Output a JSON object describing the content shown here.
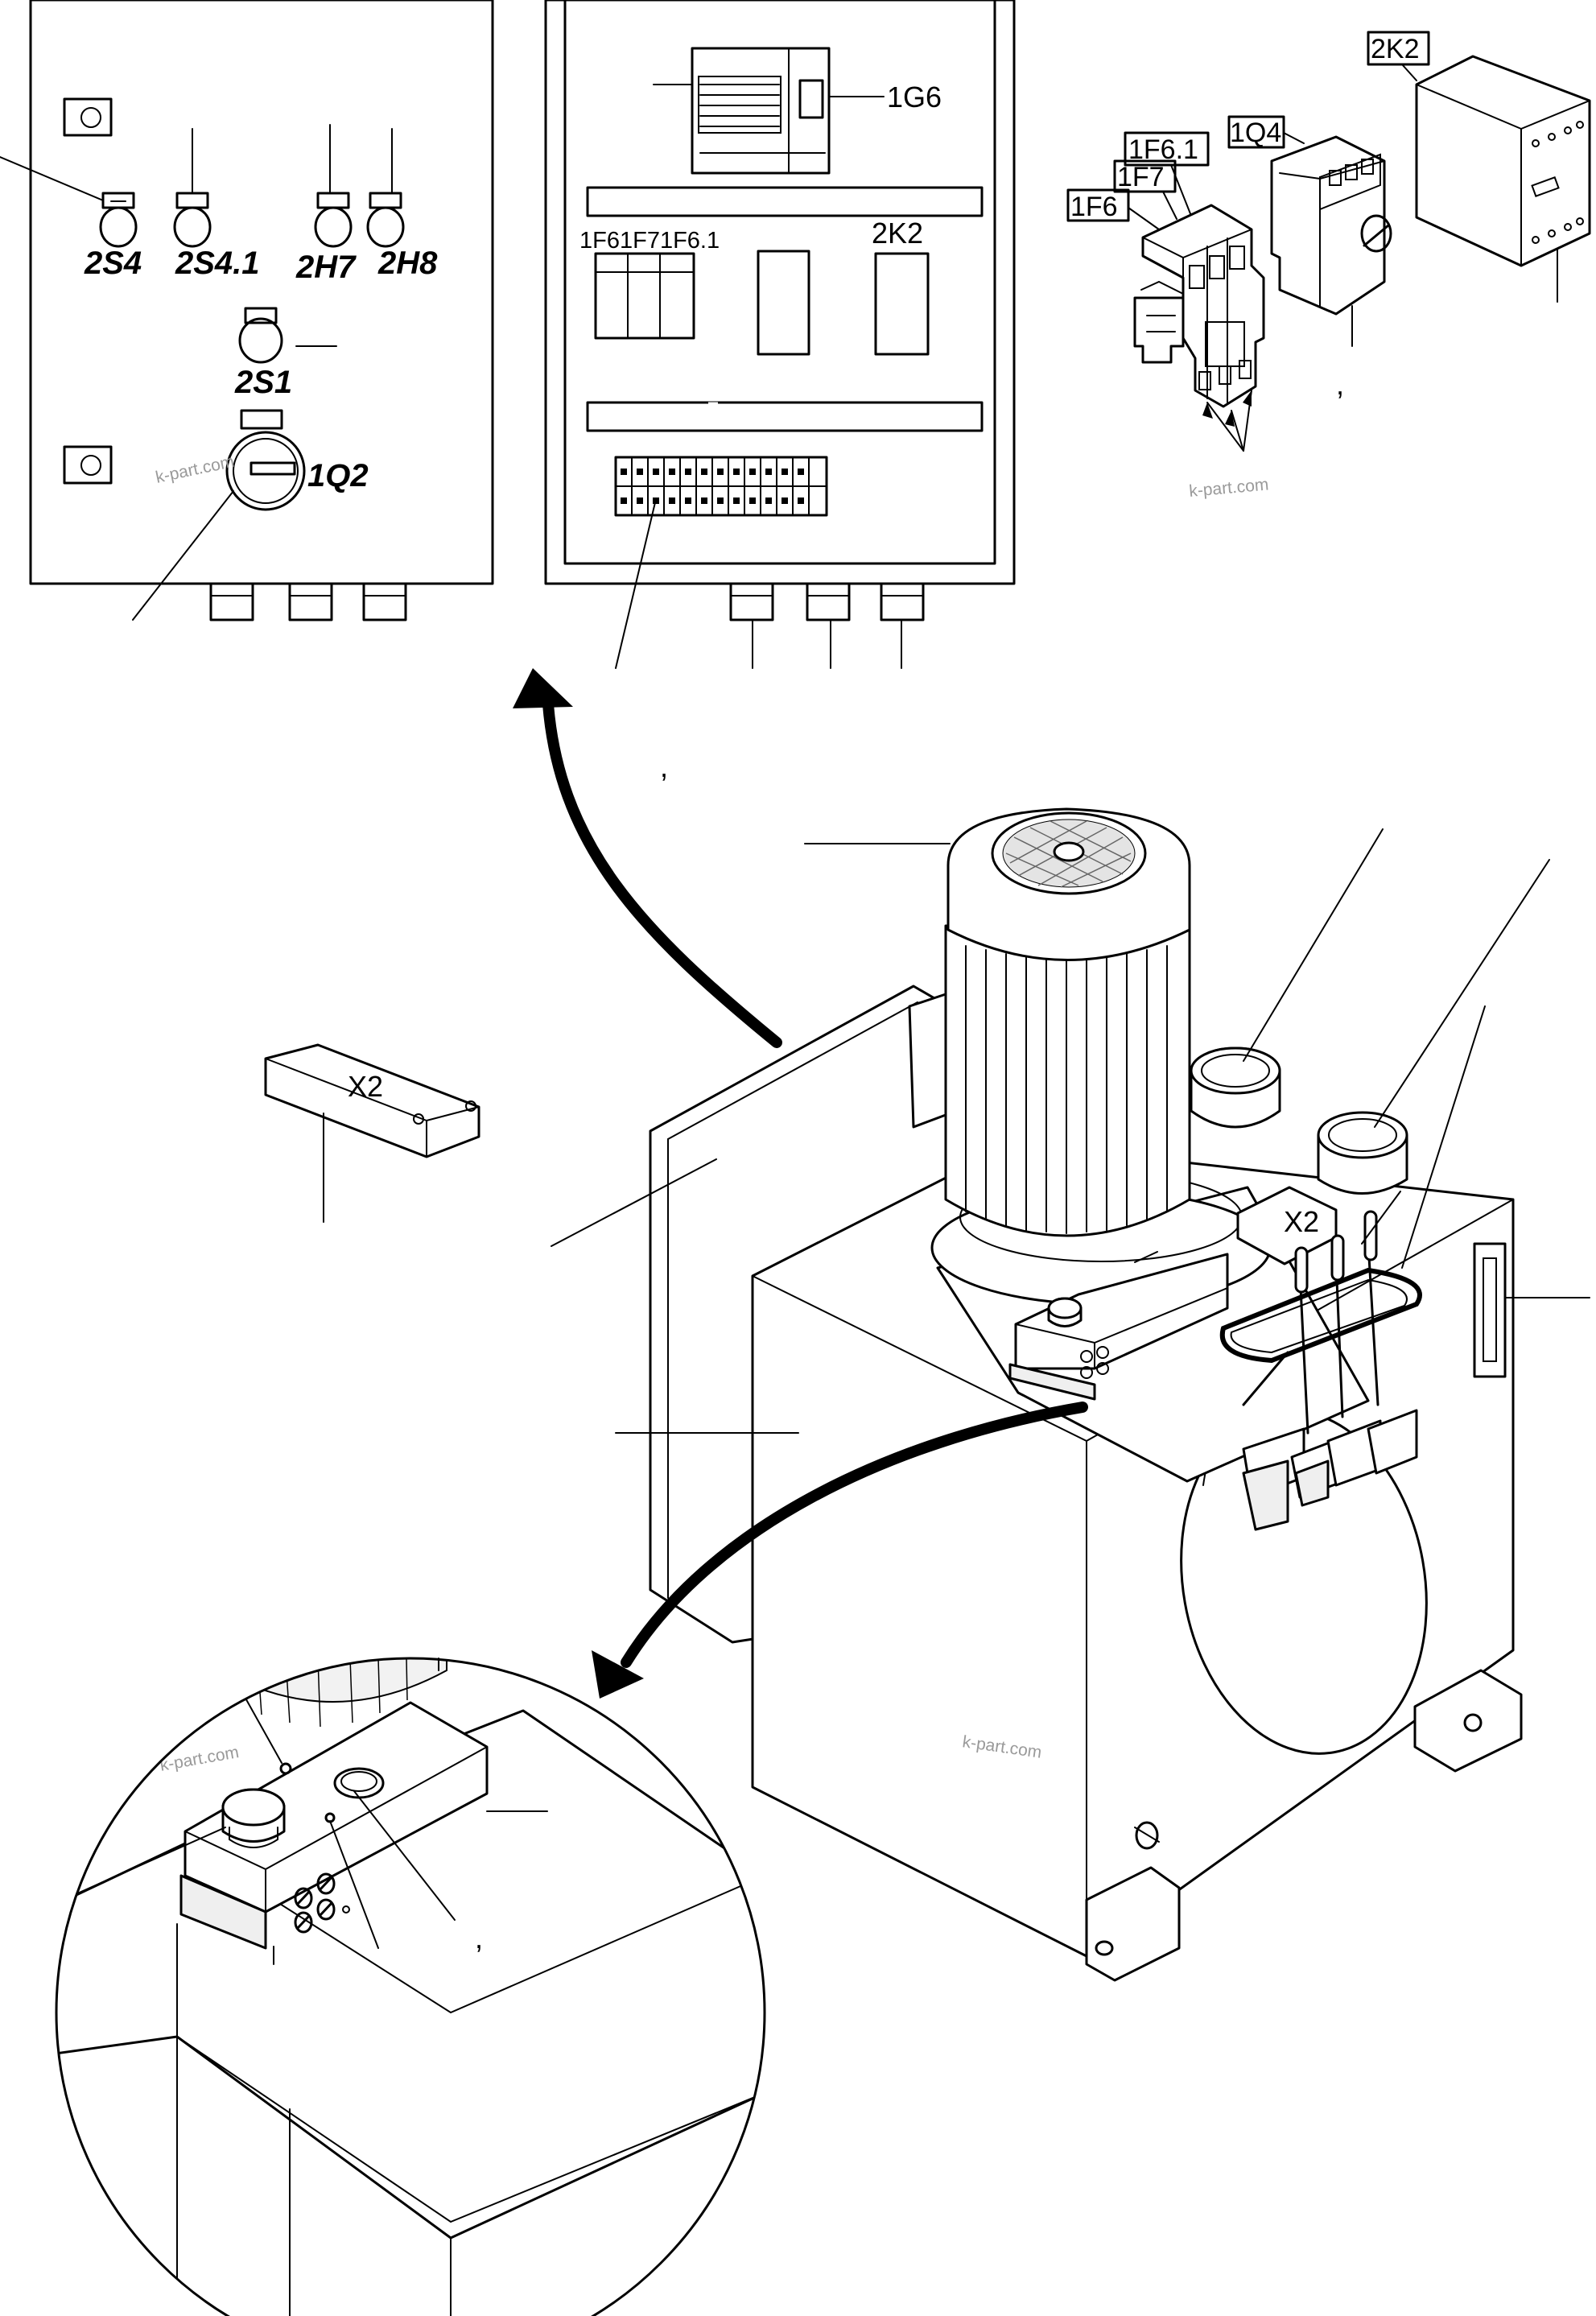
{
  "labels": {
    "s_2s4": "2S4",
    "s_2s4_1": "2S4.1",
    "h_2h7": "2H7",
    "h_2h8": "2H8",
    "s_2s1": "2S1",
    "q_1q2": "1Q2",
    "g_1g6": "1G6",
    "fuses_row": "1F61F71F6.1",
    "k_2k2_panel": "2K2",
    "f_1f6_1": "1F6.1",
    "f_1f7": "1F7",
    "f_1f6": "1F6",
    "q_1q4": "1Q4",
    "k_2k2_part": "2K2",
    "x2_box": "X2",
    "x2_tank": "X2"
  },
  "watermarks": {
    "wm1": "k-part.com",
    "wm2": "k-part.com",
    "wm3": "k-part.com",
    "wm4": "k-part.com"
  },
  "marks": {
    "comma1": ",",
    "comma2": ",",
    "comma3": ","
  }
}
